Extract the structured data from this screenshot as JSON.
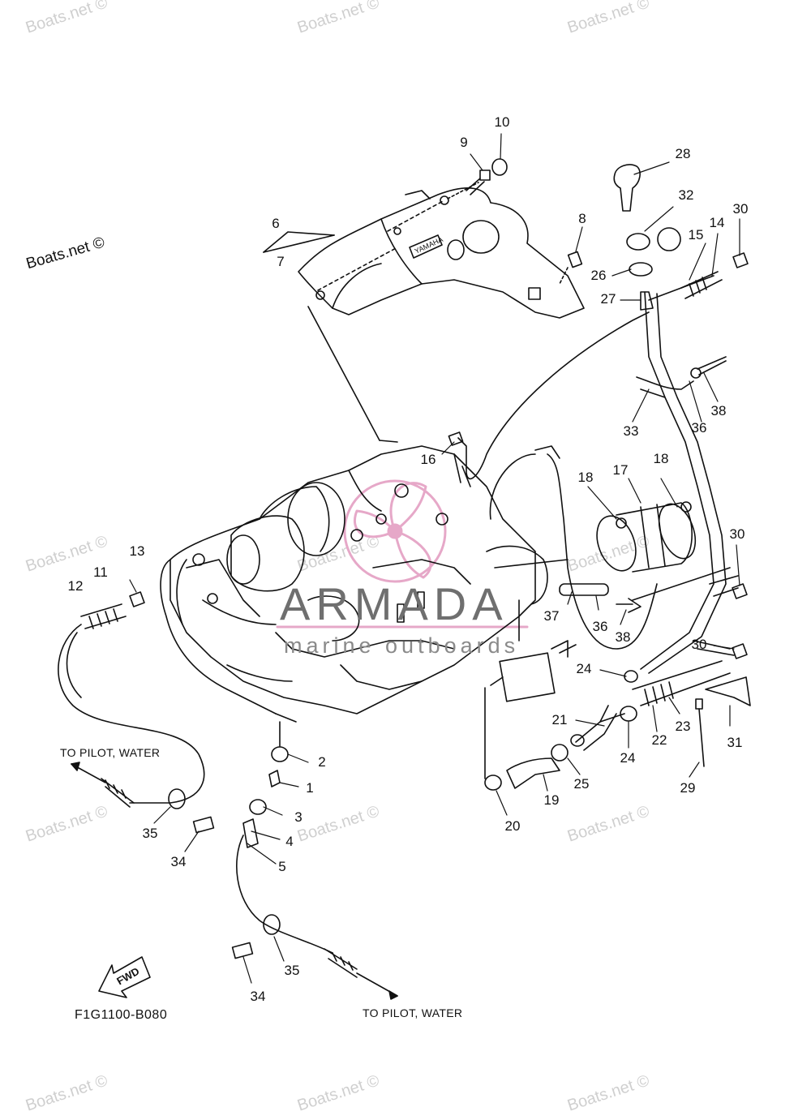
{
  "watermarks": [
    "Boats.net ©",
    "Boats.net ©",
    "Boats.net ©",
    "Boats.net ©",
    "Boats.net ©",
    "Boats.net ©",
    "Boats.net ©",
    "Boats.net ©",
    "Boats.net ©",
    "Boats.net ©",
    "Boats.net ©",
    "Boats.net ©"
  ],
  "copyright": "Boats.net ©",
  "brand": {
    "name": "ARMADA",
    "tagline": "marine outboards",
    "accent_color": "#e6a8c8"
  },
  "callouts": [
    "1",
    "2",
    "3",
    "4",
    "5",
    "6",
    "7",
    "8",
    "9",
    "10",
    "11",
    "12",
    "13",
    "14",
    "15",
    "16",
    "17",
    "18",
    "18",
    "19",
    "20",
    "21",
    "22",
    "23",
    "24",
    "24",
    "25",
    "26",
    "27",
    "28",
    "29",
    "30",
    "30",
    "30",
    "31",
    "32",
    "33",
    "34",
    "34",
    "35",
    "35",
    "36",
    "36",
    "37",
    "38",
    "38"
  ],
  "annotations": {
    "pilot_water_left": "TO PILOT, WATER",
    "pilot_water_bottom": "TO PILOT, WATER",
    "fwd": "FWD",
    "diagram_code": "F1G1100-B080"
  },
  "cover_logo": "YAMAHA"
}
